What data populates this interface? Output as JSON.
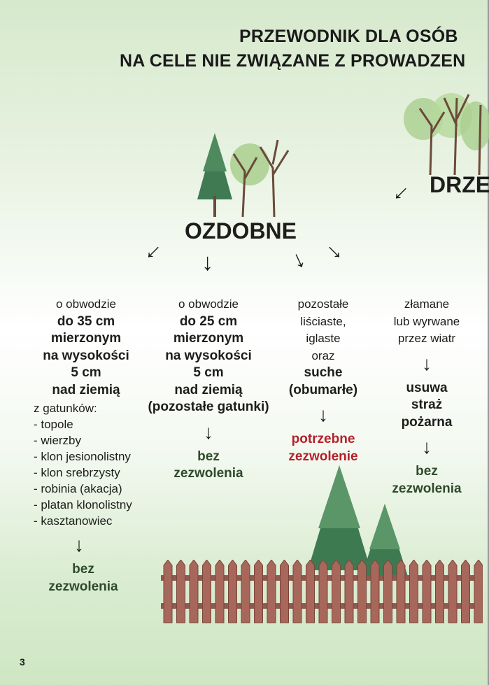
{
  "title": {
    "line1": "PRZEWODNIK DLA OSÓB",
    "line2": "NA CELE NIE ZWIĄZANE Z PROWADZEN"
  },
  "headings": {
    "ozdobne": "OZDOBNE",
    "drzewa": "DRZE"
  },
  "arrow_glyph": "↓",
  "columns": [
    {
      "intro": "o obwodzie",
      "bold": [
        "do 35 cm",
        "mierzonym",
        "na wysokości",
        "5 cm",
        "nad ziemią"
      ],
      "list_title": "z gatunków:",
      "list": [
        "- topole",
        "- wierzby",
        "- klon jesionolistny",
        "- klon srebrzysty",
        "- robinia (akacja)",
        "- platan klonolistny",
        "- kasztanowiec"
      ],
      "result": [
        "bez",
        "zezwolenia"
      ]
    },
    {
      "intro": "o obwodzie",
      "bold": [
        "do 25 cm",
        "mierzonym",
        "na wysokości",
        "5 cm",
        "nad ziemią",
        "(pozostałe gatunki)"
      ],
      "result": [
        "bez",
        "zezwolenia"
      ]
    },
    {
      "intro": [
        "pozostałe",
        "liściaste,",
        "iglaste",
        "oraz"
      ],
      "bold": [
        "suche",
        "(obumarłe)"
      ],
      "result": [
        "potrzebne",
        "zezwolenie"
      ]
    },
    {
      "intro": [
        "złamane",
        "lub wyrwane",
        "przez wiatr"
      ],
      "bold": [
        "usuwa",
        "straż",
        "pożarna"
      ],
      "result": [
        "bez",
        "zezwolenia"
      ]
    }
  ],
  "page_number": "3",
  "colors": {
    "ok": "#2f4a2c",
    "required": "#b4202a"
  }
}
